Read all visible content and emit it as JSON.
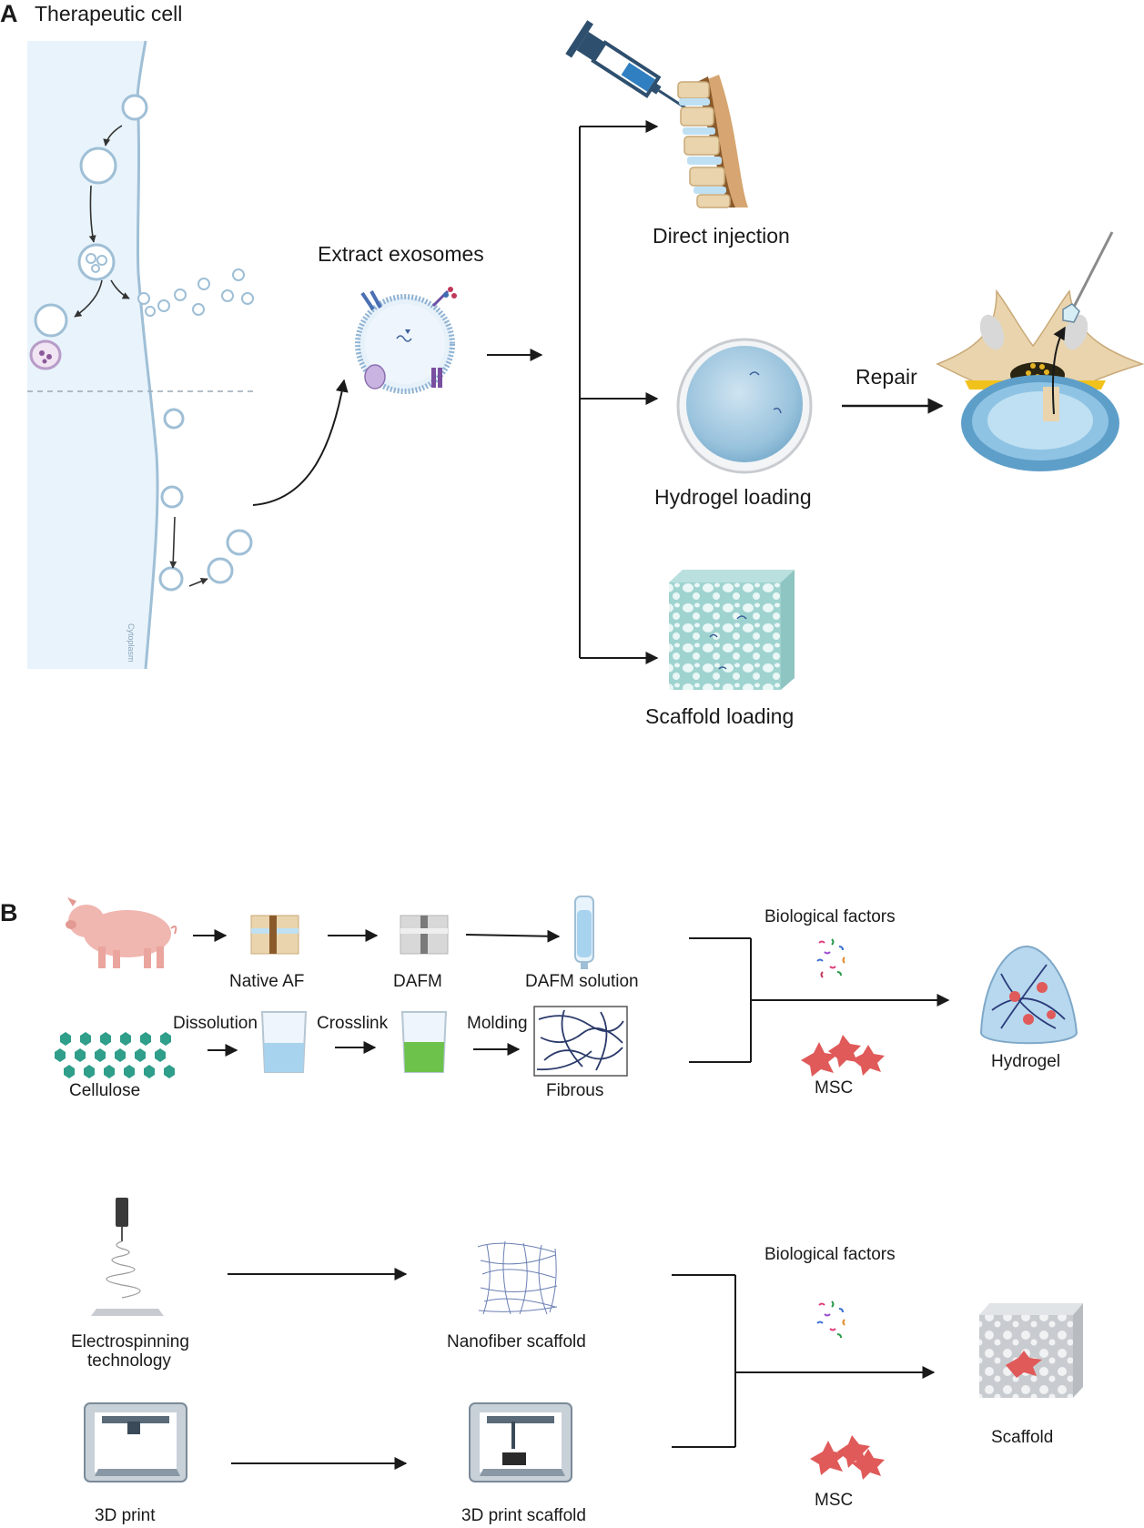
{
  "panel_a": {
    "letter": "A",
    "cell_title": "Therapeutic cell",
    "cytoplasm": "Cytoplasm",
    "extract": "Extract exosomes",
    "direct": "Direct  injection",
    "hydrogel": "Hydrogel loading",
    "scaffold": "Scaffold loading",
    "repair": "Repair"
  },
  "panel_b": {
    "letter": "B",
    "native_af": "Native AF",
    "dafm": "DAFM",
    "dafm_solution": "DAFM solution",
    "dissolution": "Dissolution",
    "crosslink": "Crosslink",
    "molding": "Molding",
    "cellulose": "Cellulose",
    "fibrous": "Fibrous",
    "bio_factors_1": "Biological factors",
    "msc_1": "MSC",
    "hydrogel": "Hydrogel",
    "electro_1": "Electrospinning",
    "electro_2": "technology",
    "nanofiber": "Nanofiber scaffold",
    "print3d": "3D print",
    "print3d_scaffold": "3D print scaffold",
    "bio_factors_2": "Biological factors",
    "msc_2": "MSC",
    "scaffold": "Scaffold"
  },
  "colors": {
    "cell_fill": "#e8f3fb",
    "membrane": "#9fbfd6",
    "exosome": "#c9dff0",
    "arrow": "#1a1a1a",
    "spine_bone": "#e9d4ad",
    "disc_blue": "#8fc3e4",
    "msc_red": "#e05a5a",
    "cellulose_green": "#2f9e8a"
  },
  "icons": [
    "syringe-icon",
    "spine-icon",
    "exosome-icon",
    "hydrogel-sphere-icon",
    "scaffold-cube-icon",
    "vertebra-icon",
    "pig-icon",
    "beaker-icon",
    "printer-icon",
    "electrospinning-icon",
    "cell-cluster-icon"
  ]
}
